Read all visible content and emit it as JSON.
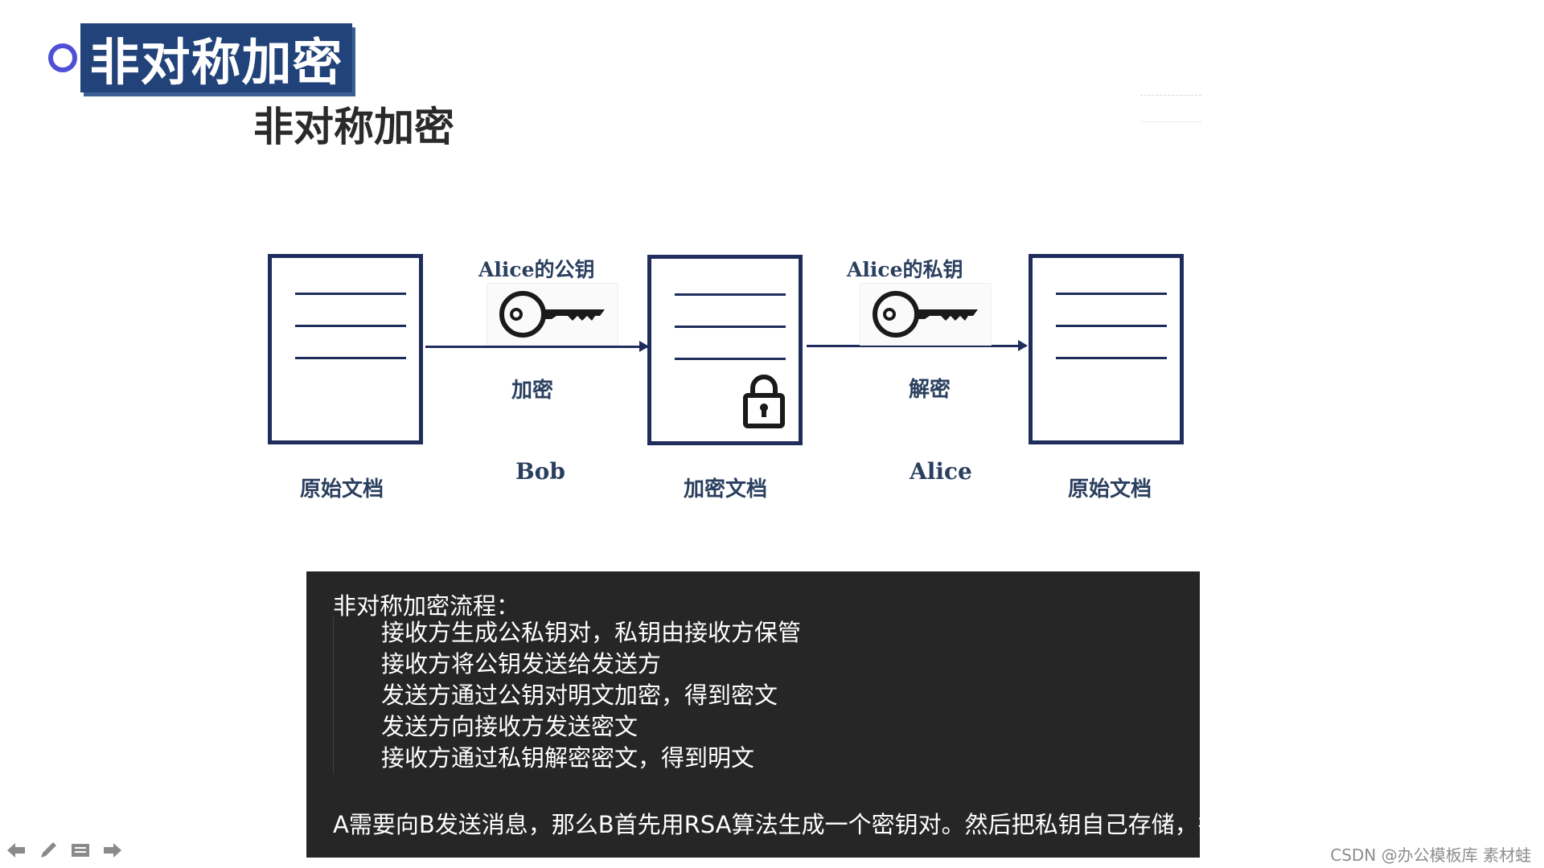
{
  "header": {
    "banner_title": "非对称加密",
    "subtitle": "非对称加密"
  },
  "diagram": {
    "doc_left_label": "原始文档",
    "doc_middle_label": "加密文档",
    "doc_right_label": "原始文档",
    "key_left_caption": "Alice的公钥",
    "key_right_caption": "Alice的私钥",
    "action_left": "加密",
    "action_right": "解密",
    "actor_left": "Bob",
    "actor_right": "Alice"
  },
  "notes": {
    "heading": "非对称加密流程：",
    "steps": [
      "接收方生成公私钥对，私钥由接收方保管",
      "接收方将公钥发送给发送方",
      "发送方通过公钥对明文加密，得到密文",
      "发送方向接收方发送密文",
      "接收方通过私钥解密密文，得到明文"
    ],
    "footer": "A需要向B发送消息，那么B首先用RSA算法生成一个密钥对。然后把私钥自己存储，把公钥发送给A"
  },
  "toolbar": {
    "icons": [
      "arrow-left-icon",
      "pen-icon",
      "menu-icon",
      "arrow-right-icon"
    ]
  },
  "watermark": "CSDN @办公模板库 素材蛙",
  "colors": {
    "banner": "#22437a",
    "accent_circle": "#4f4fd6",
    "diagram_ink": "#1f2d5c",
    "notes_bg": "#262626"
  }
}
